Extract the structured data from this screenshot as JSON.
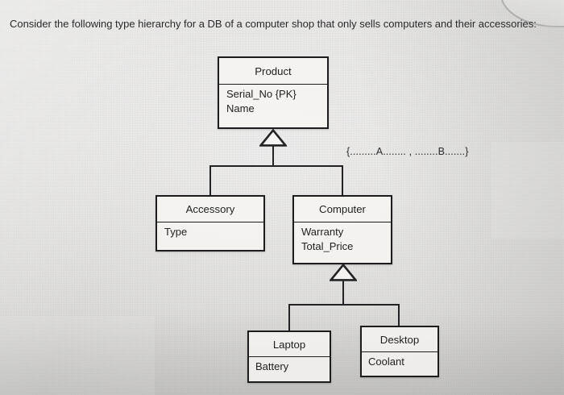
{
  "prompt": {
    "text": "Consider the following type hierarchy for a DB of a computer shop that only sells computers and their accessories:"
  },
  "diagram": {
    "type": "type-hierarchy",
    "annotation": "{.........A........ , ........B.......}",
    "entities": [
      {
        "id": "product",
        "name": "Product",
        "attributes": [
          "Serial_No {PK}",
          "Name"
        ],
        "level": 0
      },
      {
        "id": "accessory",
        "name": "Accessory",
        "attributes": [
          "Type"
        ],
        "level": 1,
        "parent": "product"
      },
      {
        "id": "computer",
        "name": "Computer",
        "attributes": [
          "Warranty",
          "Total_Price"
        ],
        "level": 1,
        "parent": "product"
      },
      {
        "id": "laptop",
        "name": "Laptop",
        "attributes": [
          "Battery"
        ],
        "level": 2,
        "parent": "computer"
      },
      {
        "id": "desktop",
        "name": "Desktop",
        "attributes": [
          "Coolant"
        ],
        "level": 2,
        "parent": "computer"
      }
    ],
    "relationships": [
      {
        "kind": "isa",
        "parent": "product",
        "children": [
          "accessory",
          "computer"
        ]
      },
      {
        "kind": "isa",
        "parent": "computer",
        "children": [
          "laptop",
          "desktop"
        ]
      }
    ],
    "colors": {
      "line": "#232325",
      "text": "#1f1f21",
      "box_fill": "#f7f6f3",
      "background": "#dedddb"
    }
  }
}
